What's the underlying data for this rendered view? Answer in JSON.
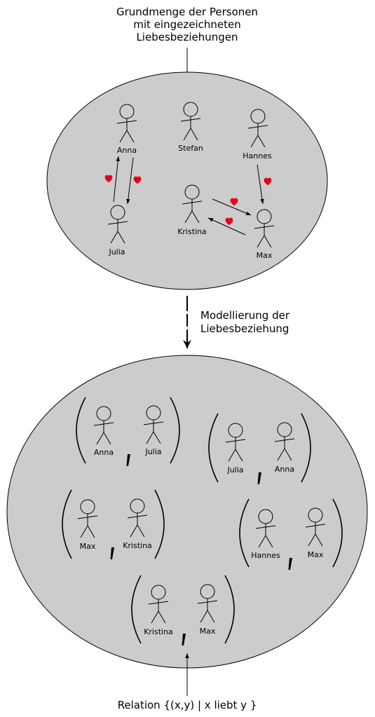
{
  "top_caption": [
    "Grundmenge der Personen",
    "mit eingezeichneten",
    "Liebesbeziehungen"
  ],
  "middle_caption": [
    "Modellierung der",
    "Liebesbeziehung"
  ],
  "bottom_caption": "Relation {(x,y) | x liebt y }",
  "colors": {
    "ellipse_fill": "#cccccc",
    "heart": "#e4001b",
    "ink": "#000000"
  },
  "persons": {
    "anna": "Anna",
    "stefan": "Stefan",
    "hannes": "Hannes",
    "julia": "Julia",
    "kristina": "Kristina",
    "max": "Max"
  },
  "pairs": [
    {
      "first": "Anna",
      "second": "Julia"
    },
    {
      "first": "Julia",
      "second": "Anna"
    },
    {
      "first": "Max",
      "second": "Kristina"
    },
    {
      "first": "Hannes",
      "second": "Max"
    },
    {
      "first": "Kristina",
      "second": "Max"
    }
  ]
}
